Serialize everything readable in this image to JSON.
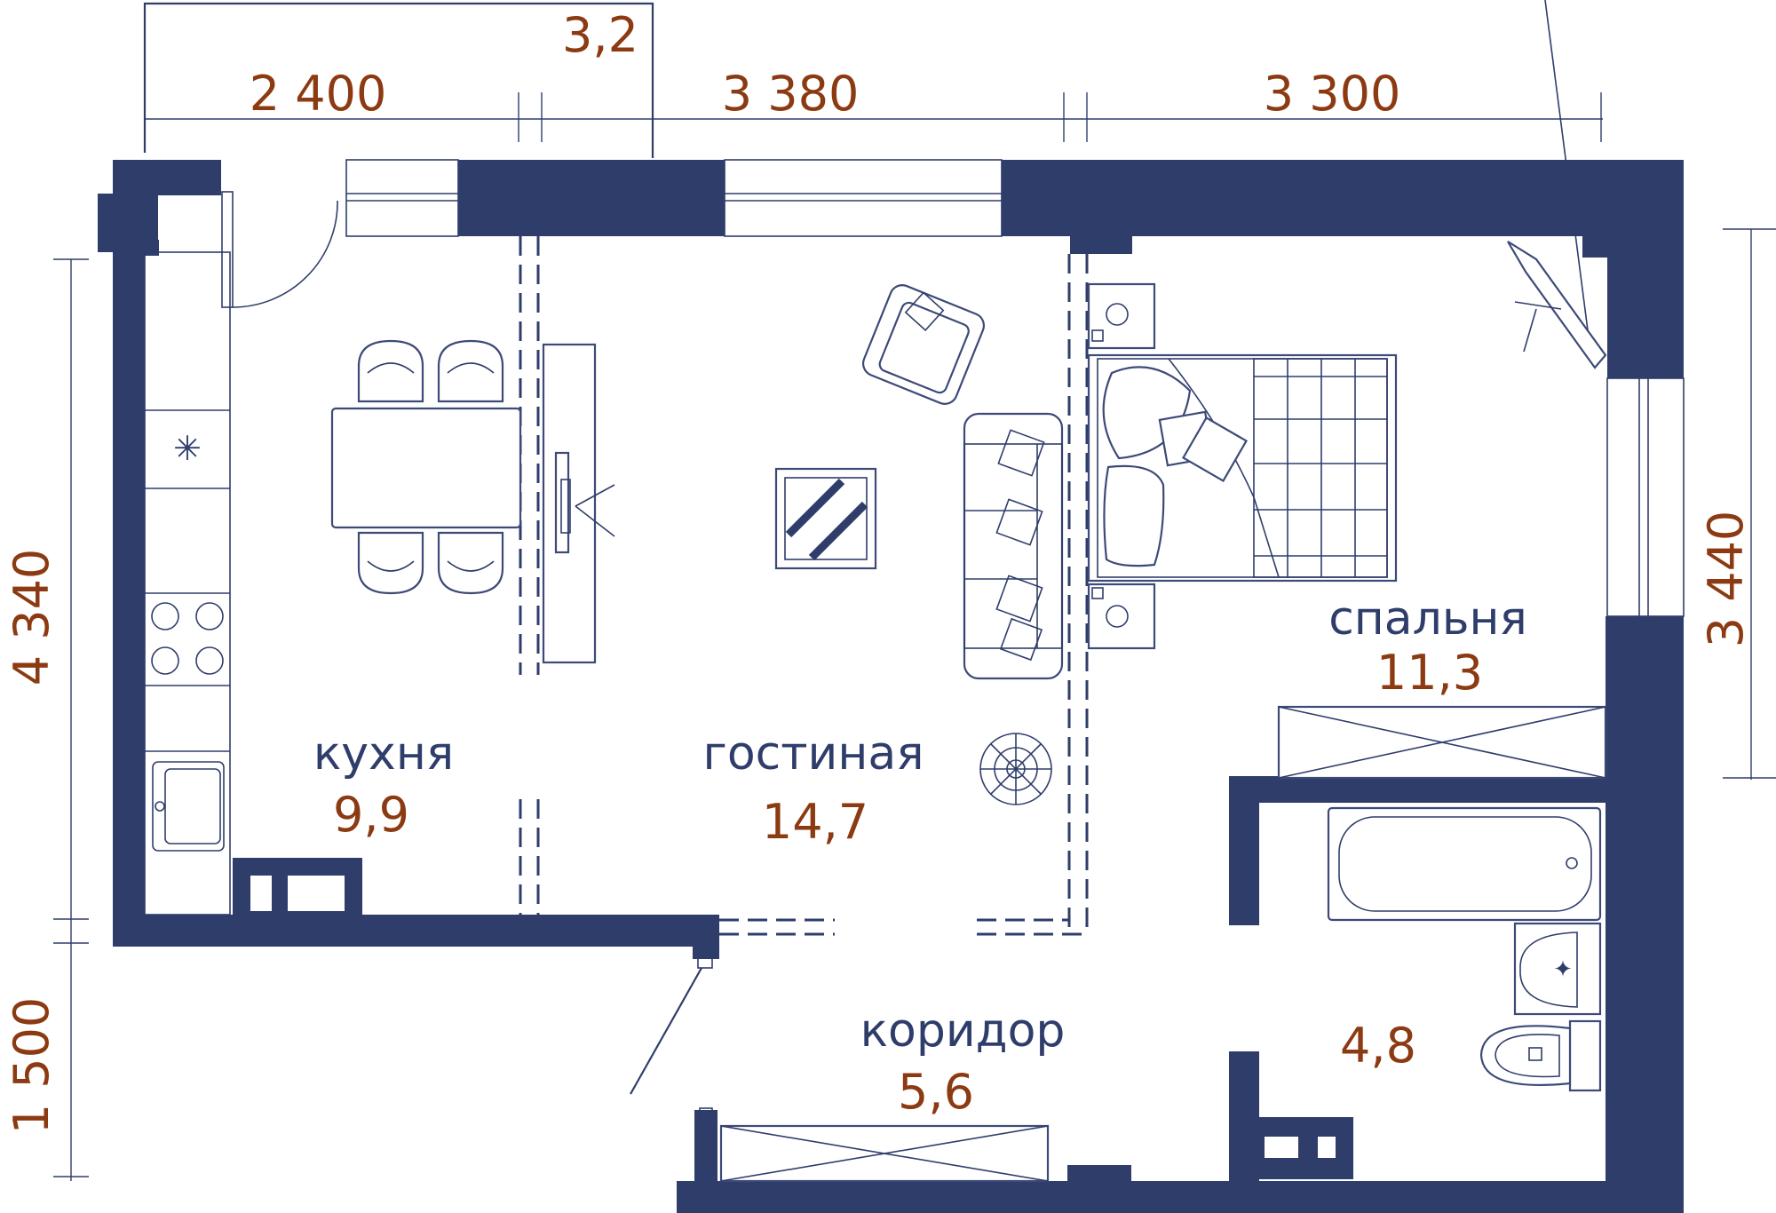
{
  "dimensions": {
    "balcony_depth": "3,2",
    "top_left": "2 400",
    "top_middle": "3 380",
    "top_right": "3 300",
    "left_upper": "4 340",
    "left_lower": "1 500",
    "right": "3 440"
  },
  "rooms": {
    "kitchen": {
      "name": "кухня",
      "area": "9,9"
    },
    "living": {
      "name": "гостиная",
      "area": "14,7"
    },
    "bedroom": {
      "name": "спальня",
      "area": "11,3"
    },
    "corridor": {
      "name": "коридор",
      "area": "5,6"
    },
    "bathroom": {
      "area": "4,8"
    }
  },
  "colors": {
    "walls": "#2f3d6b",
    "dimension_text": "#8c3a12",
    "room_label": "#2f3d6b"
  }
}
